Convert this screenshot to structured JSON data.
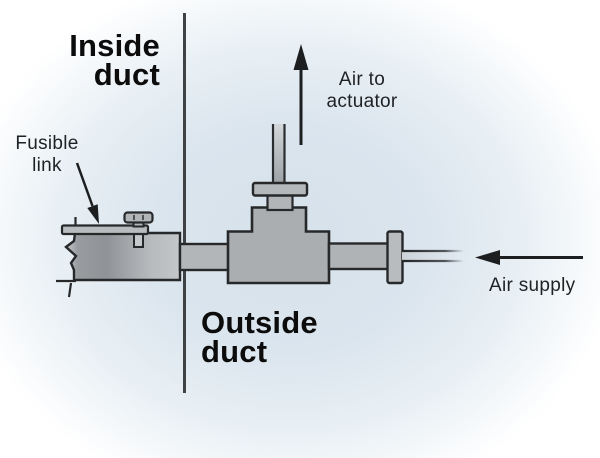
{
  "diagram": {
    "title_hint": "Fusible link air valve through duct wall",
    "labels": {
      "inside_duct": {
        "line1": "Inside",
        "line2": "duct"
      },
      "outside_duct": {
        "line1": "Outside",
        "line2": "duct"
      },
      "fusible_link": {
        "line1": "Fusible",
        "line2": "link"
      },
      "air_to_actuator": {
        "line1": "Air to",
        "line2": "actuator"
      },
      "air_supply": "Air supply"
    },
    "colors": {
      "background_center": "#d6e1ea",
      "background_edge": "#ffffff",
      "metal_body": "#abaeb1",
      "metal_light": "#b9bcbe",
      "metal_pipe": "#b3b6b9",
      "outline": "#26282a",
      "wall_line": "#3f4245",
      "arrow": "#1c1e20",
      "label_text": "#0c0c0c"
    }
  }
}
